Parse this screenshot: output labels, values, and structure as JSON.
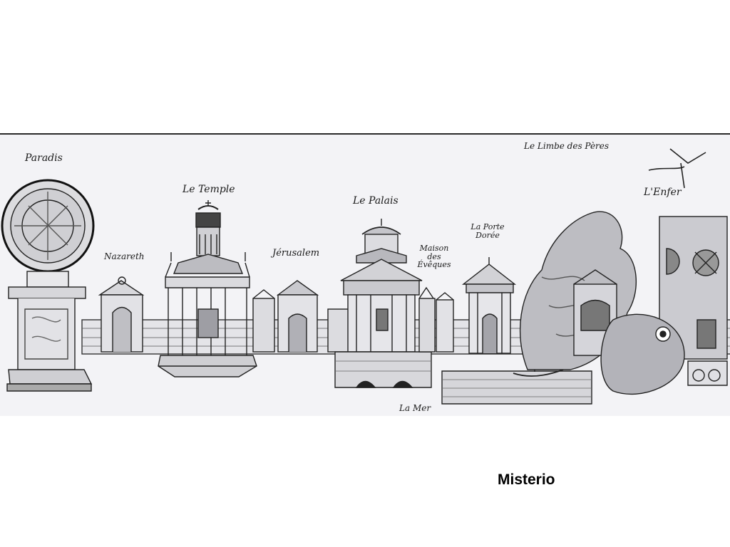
{
  "labels": {
    "paradis": "Paradis",
    "nazareth": "Nazareth",
    "temple": "Le Temple",
    "jerusalem": "Jérusalem",
    "palais": "Le Palais",
    "maison": "Maison des Évêques",
    "porte": "La Porte Dorée",
    "limbe": "Le Limbe des Pères",
    "enfer": "L'Enfer",
    "mer": "La Mer"
  },
  "caption": "Misterio"
}
